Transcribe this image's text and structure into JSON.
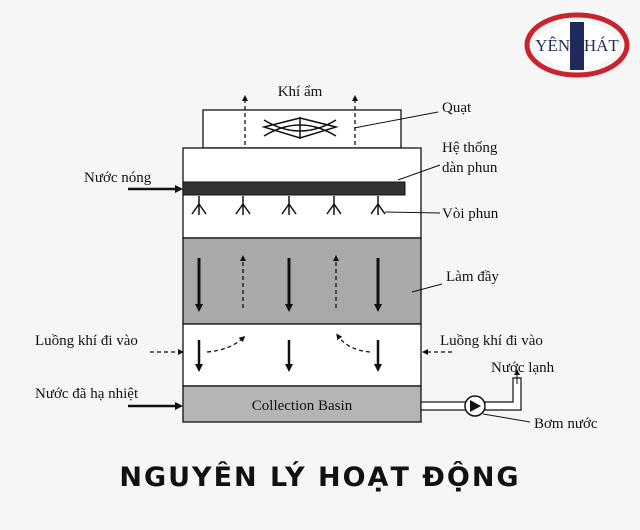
{
  "logo": {
    "text": "YÊN PHÁT"
  },
  "labels": {
    "moist_air": "Khí ẩm",
    "fan": "Quạt",
    "hot_water": "Nước nóng",
    "spray_system_line1": "Hệ thống",
    "spray_system_line2": "dàn phun",
    "nozzle": "Vòi phun",
    "fill": "Làm đầy",
    "air_in_left": "Luồng khí đi vào",
    "air_in_right": "Luồng khí đi vào",
    "cold_water": "Nước lạnh",
    "cooled_water": "Nước đã hạ nhiệt",
    "pump": "Bơm nước",
    "basin": "Collection Basin"
  },
  "title": "NGUYÊN LÝ HOẠT ĐỘNG",
  "colors": {
    "fill_zone": "#a9a9a9",
    "basin": "#b5b5b5",
    "pipe": "#333333",
    "logo_red": "#c8242b",
    "logo_navy": "#1f2a5a"
  }
}
